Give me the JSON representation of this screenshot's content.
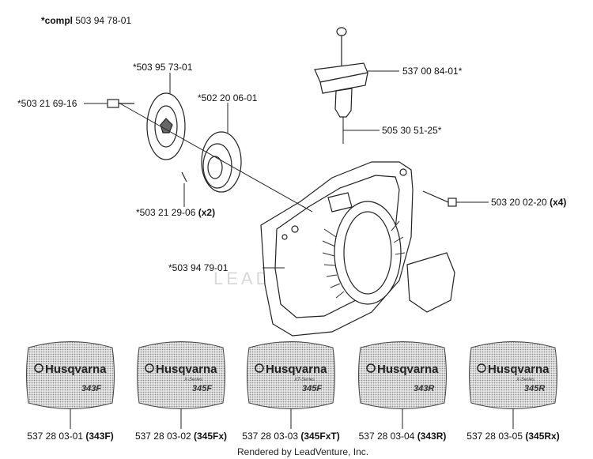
{
  "assembly": {
    "prefix": "*compl",
    "number": "503 94 78-01"
  },
  "parts": {
    "pulley": "*503 95 73-01",
    "screw_pulley": "*503 21 69-16",
    "spring_cassette": "*502 20 06-01",
    "small_screw": "*503 21 29-06",
    "small_screw_qty": "(x2)",
    "starter_housing": "*503 94 79-01",
    "handle": "537 00 84-01*",
    "rope": "505 30 51-25*",
    "housing_screw": "503 20 02-20",
    "housing_screw_qty": "(x4)"
  },
  "decals": [
    {
      "brand": "Husqvarna",
      "model": "343F",
      "sub": "",
      "number": "537 28 03-01",
      "code": "(343F)"
    },
    {
      "brand": "Husqvarna",
      "model": "345F",
      "sub": "X-Series",
      "number": "537 28 03-02",
      "code": "(345Fx)"
    },
    {
      "brand": "Husqvarna",
      "model": "345F",
      "sub": "XT-Series",
      "number": "537 28 03-03",
      "code": "(345FxT)"
    },
    {
      "brand": "Husqvarna",
      "model": "343R",
      "sub": "",
      "number": "537 28 03-04",
      "code": "(343R)"
    },
    {
      "brand": "Husqvarna",
      "model": "345R",
      "sub": "X-Series",
      "number": "537 28 03-05",
      "code": "(345Rx)"
    }
  ],
  "watermark": "LEADVENTURE",
  "footer": "Rendered by LeadVenture, Inc."
}
